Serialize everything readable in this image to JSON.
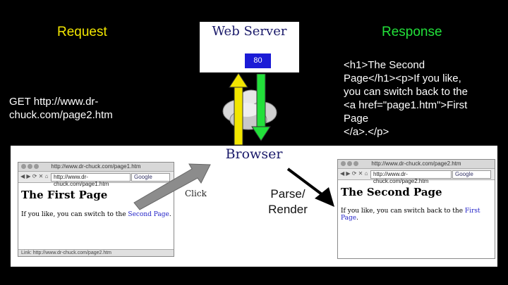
{
  "labels": {
    "request": "Request",
    "response": "Response",
    "server_title": "Web Server",
    "port": "80",
    "request_line_1": "GET http://www.dr-",
    "request_line_2": "chuck.com/page2.htm",
    "response_lines": [
      "<h1>The Second",
      "Page</h1><p>If you like,",
      "you can switch back to the",
      "<a href=\"page1.htm\">First",
      "Page",
      "</a>.</p>"
    ],
    "browser": "Browser",
    "click": "Click",
    "parse_line_1": "Parse/",
    "parse_line_2": "Render"
  },
  "window1": {
    "title": "http://www.dr-chuck.com/page1.htm",
    "address": "http://www.dr-chuck.com/page1.htm",
    "search": "Google",
    "heading": "The First Page",
    "text_before_link": "If you like, you can switch to the ",
    "link_text": "Second Page",
    "text_after_link": ".",
    "status": "Link: http://www.dr-chuck.com/page2.htm"
  },
  "window2": {
    "title": "http://www.dr-chuck.com/page2.htm",
    "address": "http://www.dr-chuck.com/page2.htm",
    "search": "Google",
    "heading": "The Second Page",
    "text_before_link": "If you like, you can switch back to the ",
    "link_text": "First Page",
    "text_after_link": "."
  },
  "colors": {
    "request": "#f2e600",
    "response": "#22e03a",
    "port_box": "#1b1bd6",
    "arrow_gray": "#8c8c8c"
  },
  "icons": [
    "cloud-icon",
    "up-arrow-icon",
    "down-arrow-icon"
  ]
}
